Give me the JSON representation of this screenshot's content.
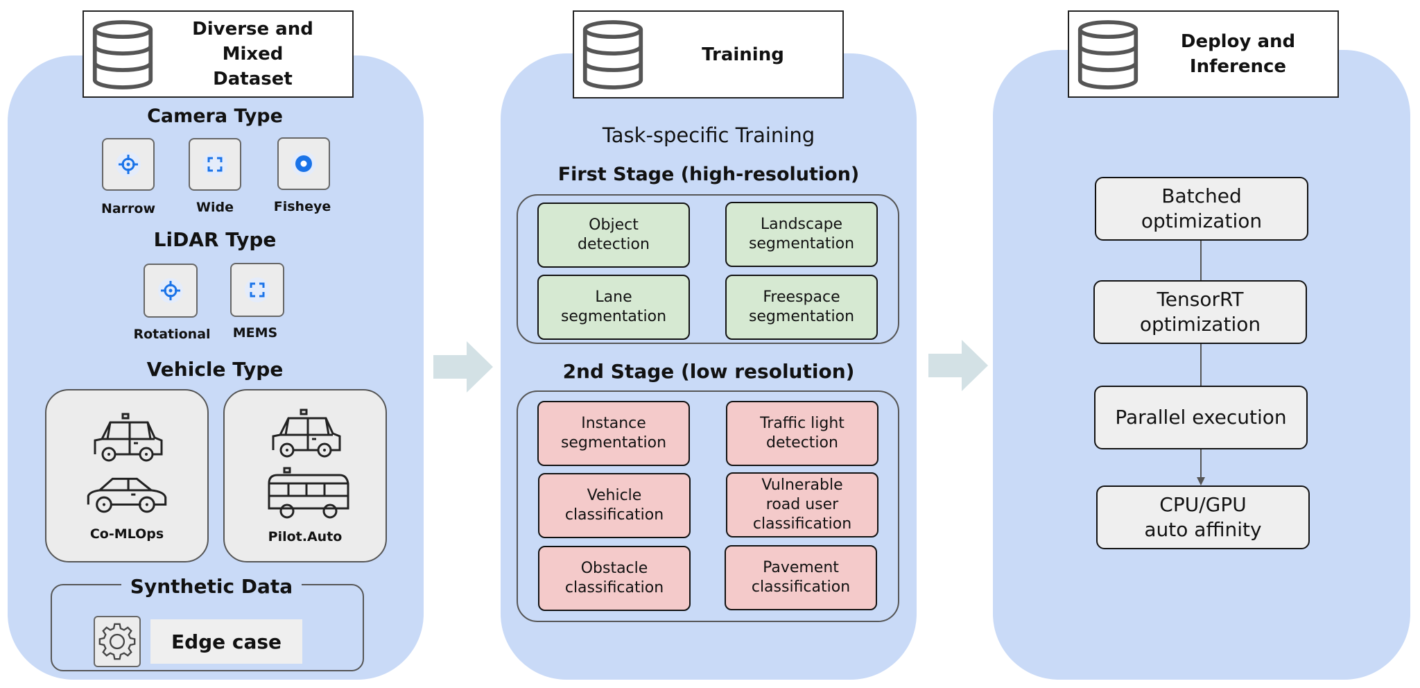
{
  "colors": {
    "panel": "#c9daf7",
    "arrow": "#d3e1e5",
    "task_green": "#d6e9d2",
    "task_pink": "#f4caca",
    "icon_blue": "#1a73e8"
  },
  "dataset": {
    "title": "Diverse and Mixed\nDataset",
    "title_icon": "database-icon",
    "camera": {
      "heading": "Camera Type",
      "items": [
        {
          "label": "Narrow",
          "icon": "crosshair-icon"
        },
        {
          "label": "Wide",
          "icon": "expand-corners-icon"
        },
        {
          "label": "Fisheye",
          "icon": "radio-dot-icon"
        }
      ]
    },
    "lidar": {
      "heading": "LiDAR Type",
      "items": [
        {
          "label": "Rotational",
          "icon": "crosshair-icon"
        },
        {
          "label": "MEMS",
          "icon": "expand-corners-icon"
        }
      ]
    },
    "vehicle": {
      "heading": "Vehicle Type",
      "items": [
        {
          "label": "Co-MLOps",
          "icons": [
            "taxi-icon",
            "sedan-icon"
          ]
        },
        {
          "label": "Pilot.Auto",
          "icons": [
            "taxi-icon",
            "bus-icon"
          ]
        }
      ]
    },
    "synthetic": {
      "heading": "Synthetic Data",
      "icon": "gear-icon",
      "item": "Edge case"
    }
  },
  "training": {
    "title": "Training",
    "title_icon": "database-icon",
    "subtitle": "Task-specific Training",
    "first_stage": {
      "heading": "First Stage (high-resolution)",
      "tasks": [
        "Object\ndetection",
        "Landscape\nsegmentation",
        "Lane\nsegmentation",
        "Freespace\nsegmentation"
      ]
    },
    "second_stage": {
      "heading": "2nd Stage (low resolution)",
      "tasks": [
        "Instance\nsegmentation",
        "Traffic light\ndetection",
        "Vehicle\nclassification",
        "Vulnerable\nroad user\nclassification",
        "Obstacle\nclassification",
        "Pavement\nclassification"
      ]
    }
  },
  "deploy": {
    "title": "Deploy and\nInference",
    "title_icon": "database-icon",
    "steps": [
      "Batched\noptimization",
      "TensorRT\noptimization",
      "Parallel execution",
      "CPU/GPU\nauto affinity"
    ]
  }
}
